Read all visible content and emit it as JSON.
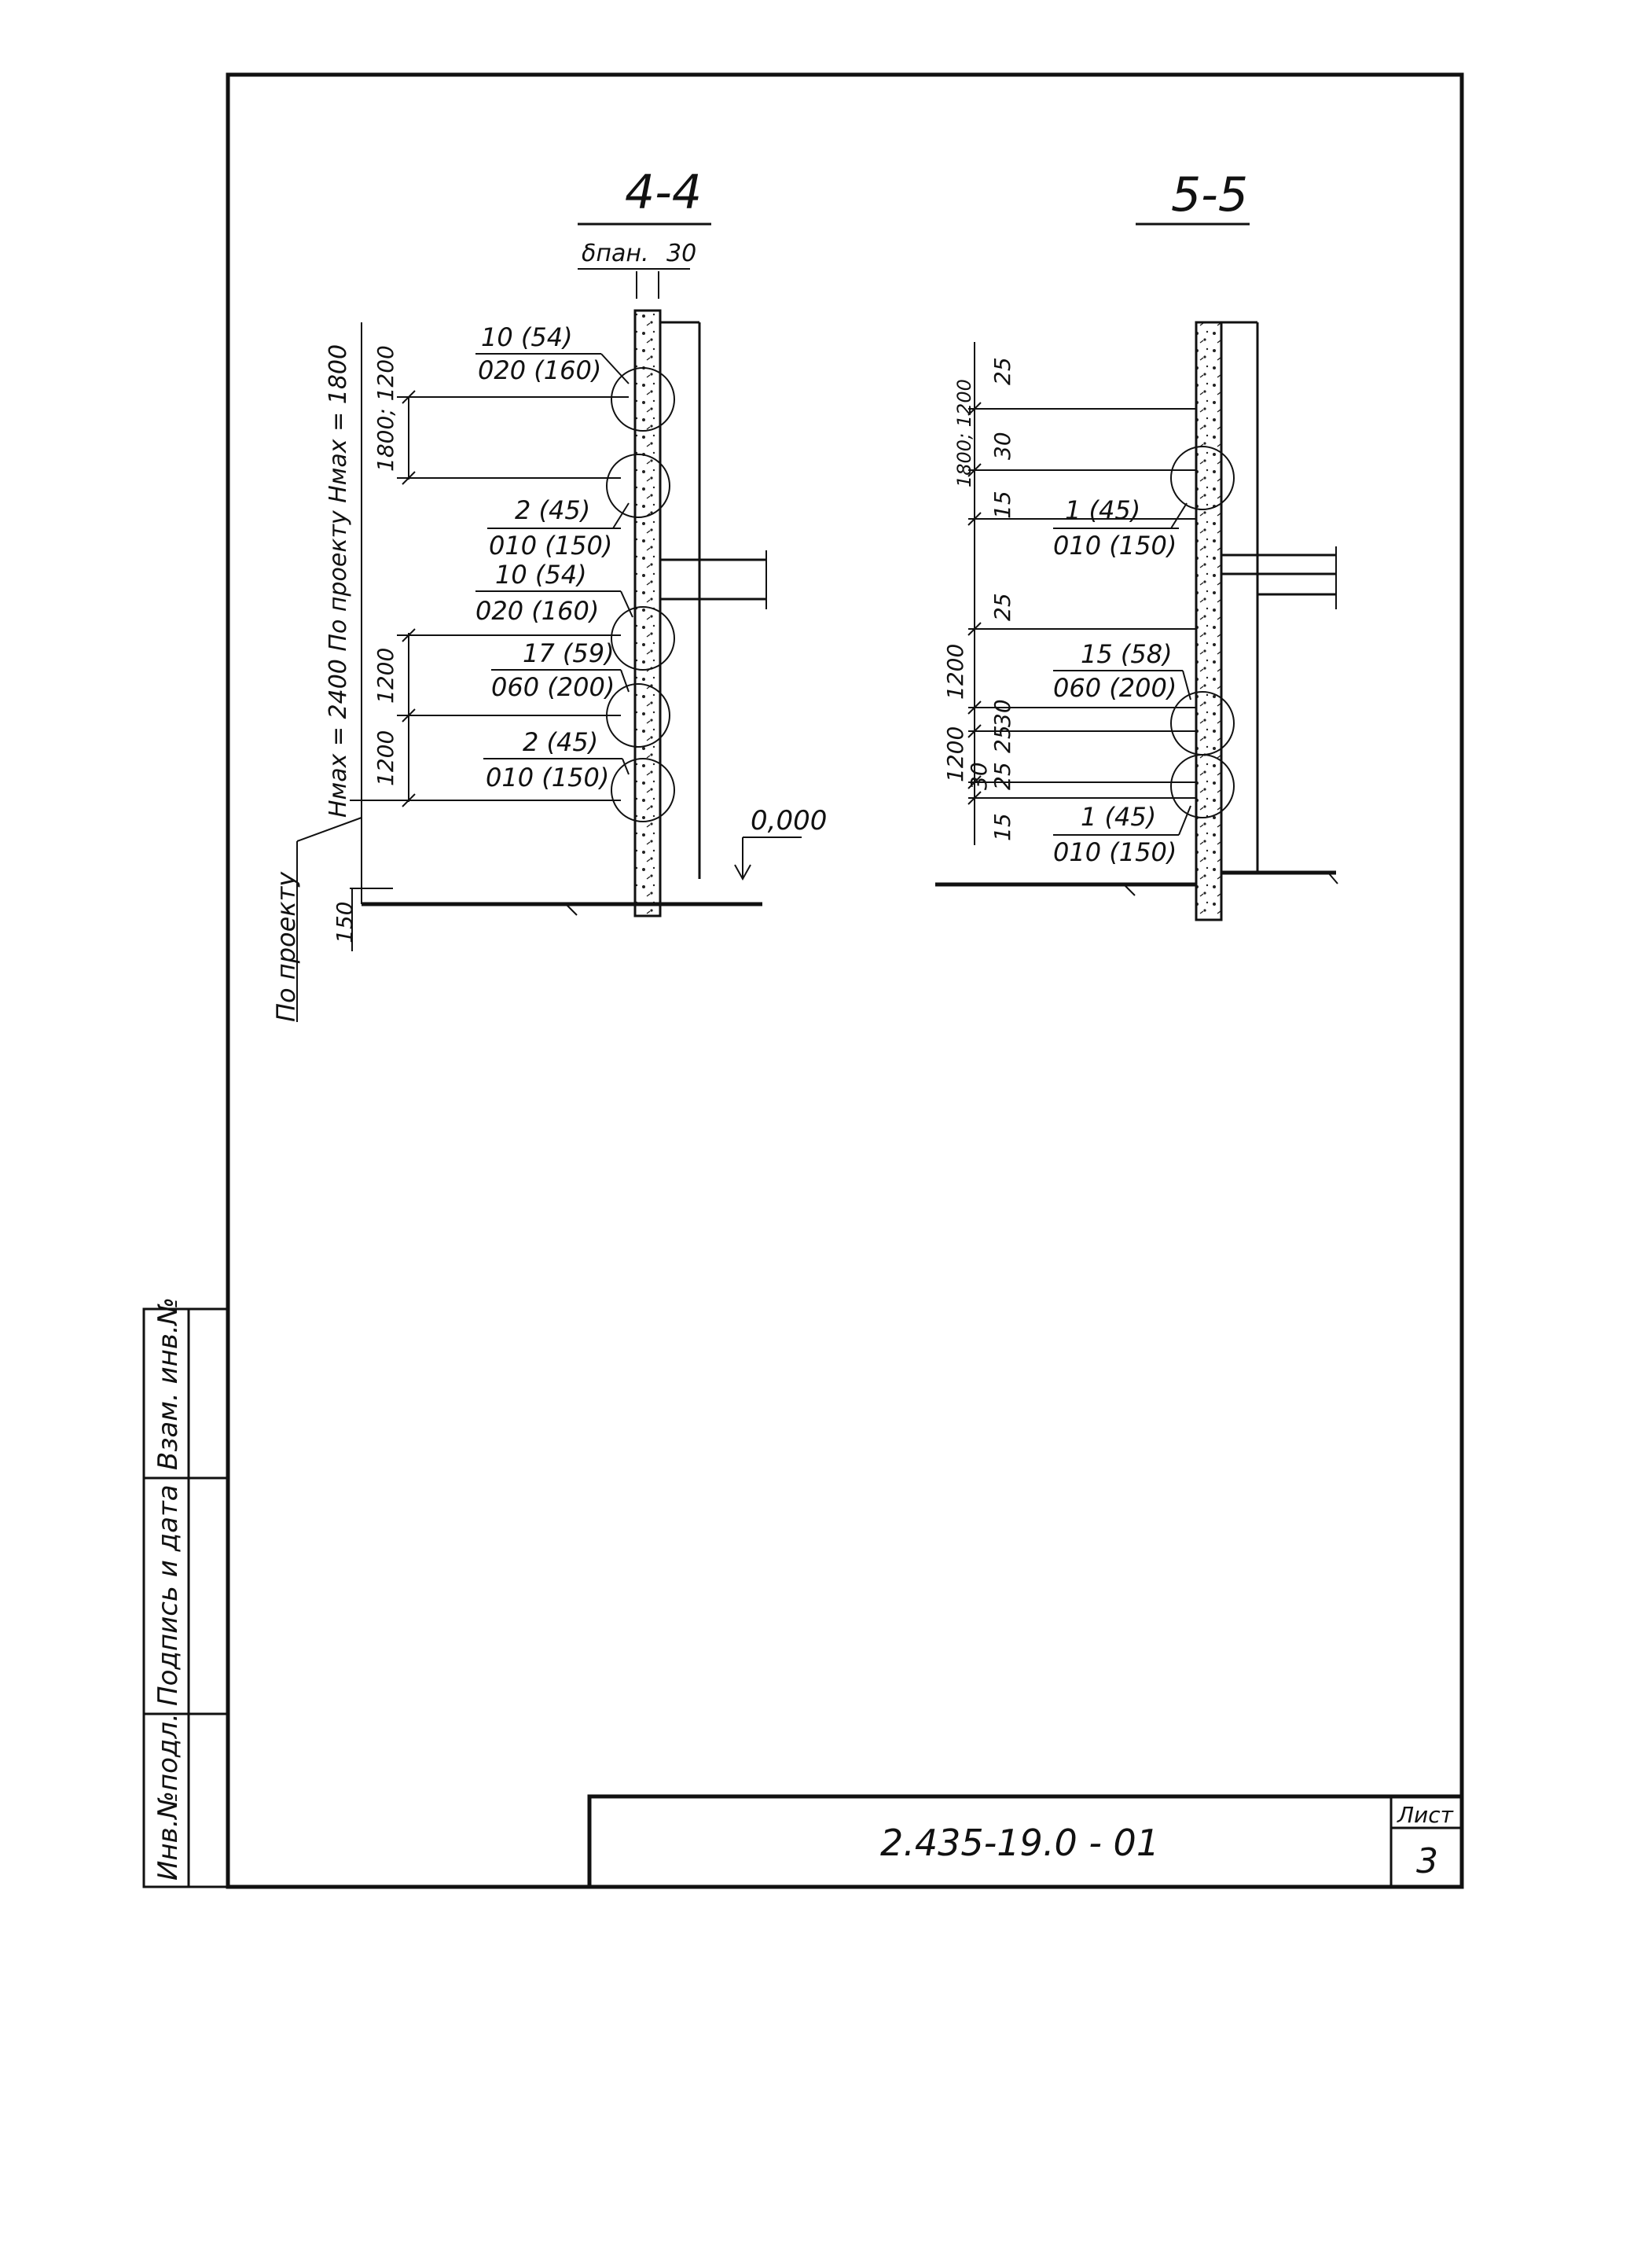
{
  "colors": {
    "ink": "#111111",
    "paper": "#ffffff"
  },
  "stamp": {
    "designation": "2.435-19.0 - 01",
    "sheet_label": "Лист",
    "sheet_number": "3",
    "side_inv": "Инв.№подл.",
    "side_sign": "Подпись и дата",
    "side_replace": "Взам. инв.№"
  },
  "section44": {
    "title": "4-4",
    "top_note": "δпан.",
    "top_dim": "30",
    "height_label": "Hмах = 2400 По проекту Hмах = 1800",
    "dim_top": "1800; 1200",
    "dim_mid": "1200",
    "dim_bot": "1200",
    "dim_base": "150",
    "by_project": "По проекту",
    "level": "0,000",
    "callouts": [
      {
        "top": "10 (54)",
        "bottom": "020 (160)"
      },
      {
        "top": "2 (45)",
        "bottom": "010 (150)"
      },
      {
        "top": "10 (54)",
        "bottom": "020 (160)"
      },
      {
        "top": "17 (59)",
        "bottom": "060 (200)"
      },
      {
        "top": "2 (45)",
        "bottom": "010 (150)"
      }
    ]
  },
  "section55": {
    "title": "5-5",
    "dims": [
      "25",
      "30",
      "15",
      "25",
      "1200",
      "30",
      "25",
      "1200",
      "30",
      "25",
      "15"
    ],
    "side_dim": "1800; 1200",
    "callouts": [
      {
        "top": "1 (45)",
        "bottom": "010 (150)"
      },
      {
        "top": "15 (58)",
        "bottom": "060 (200)"
      },
      {
        "top": "1 (45)",
        "bottom": "010 (150)"
      }
    ]
  }
}
